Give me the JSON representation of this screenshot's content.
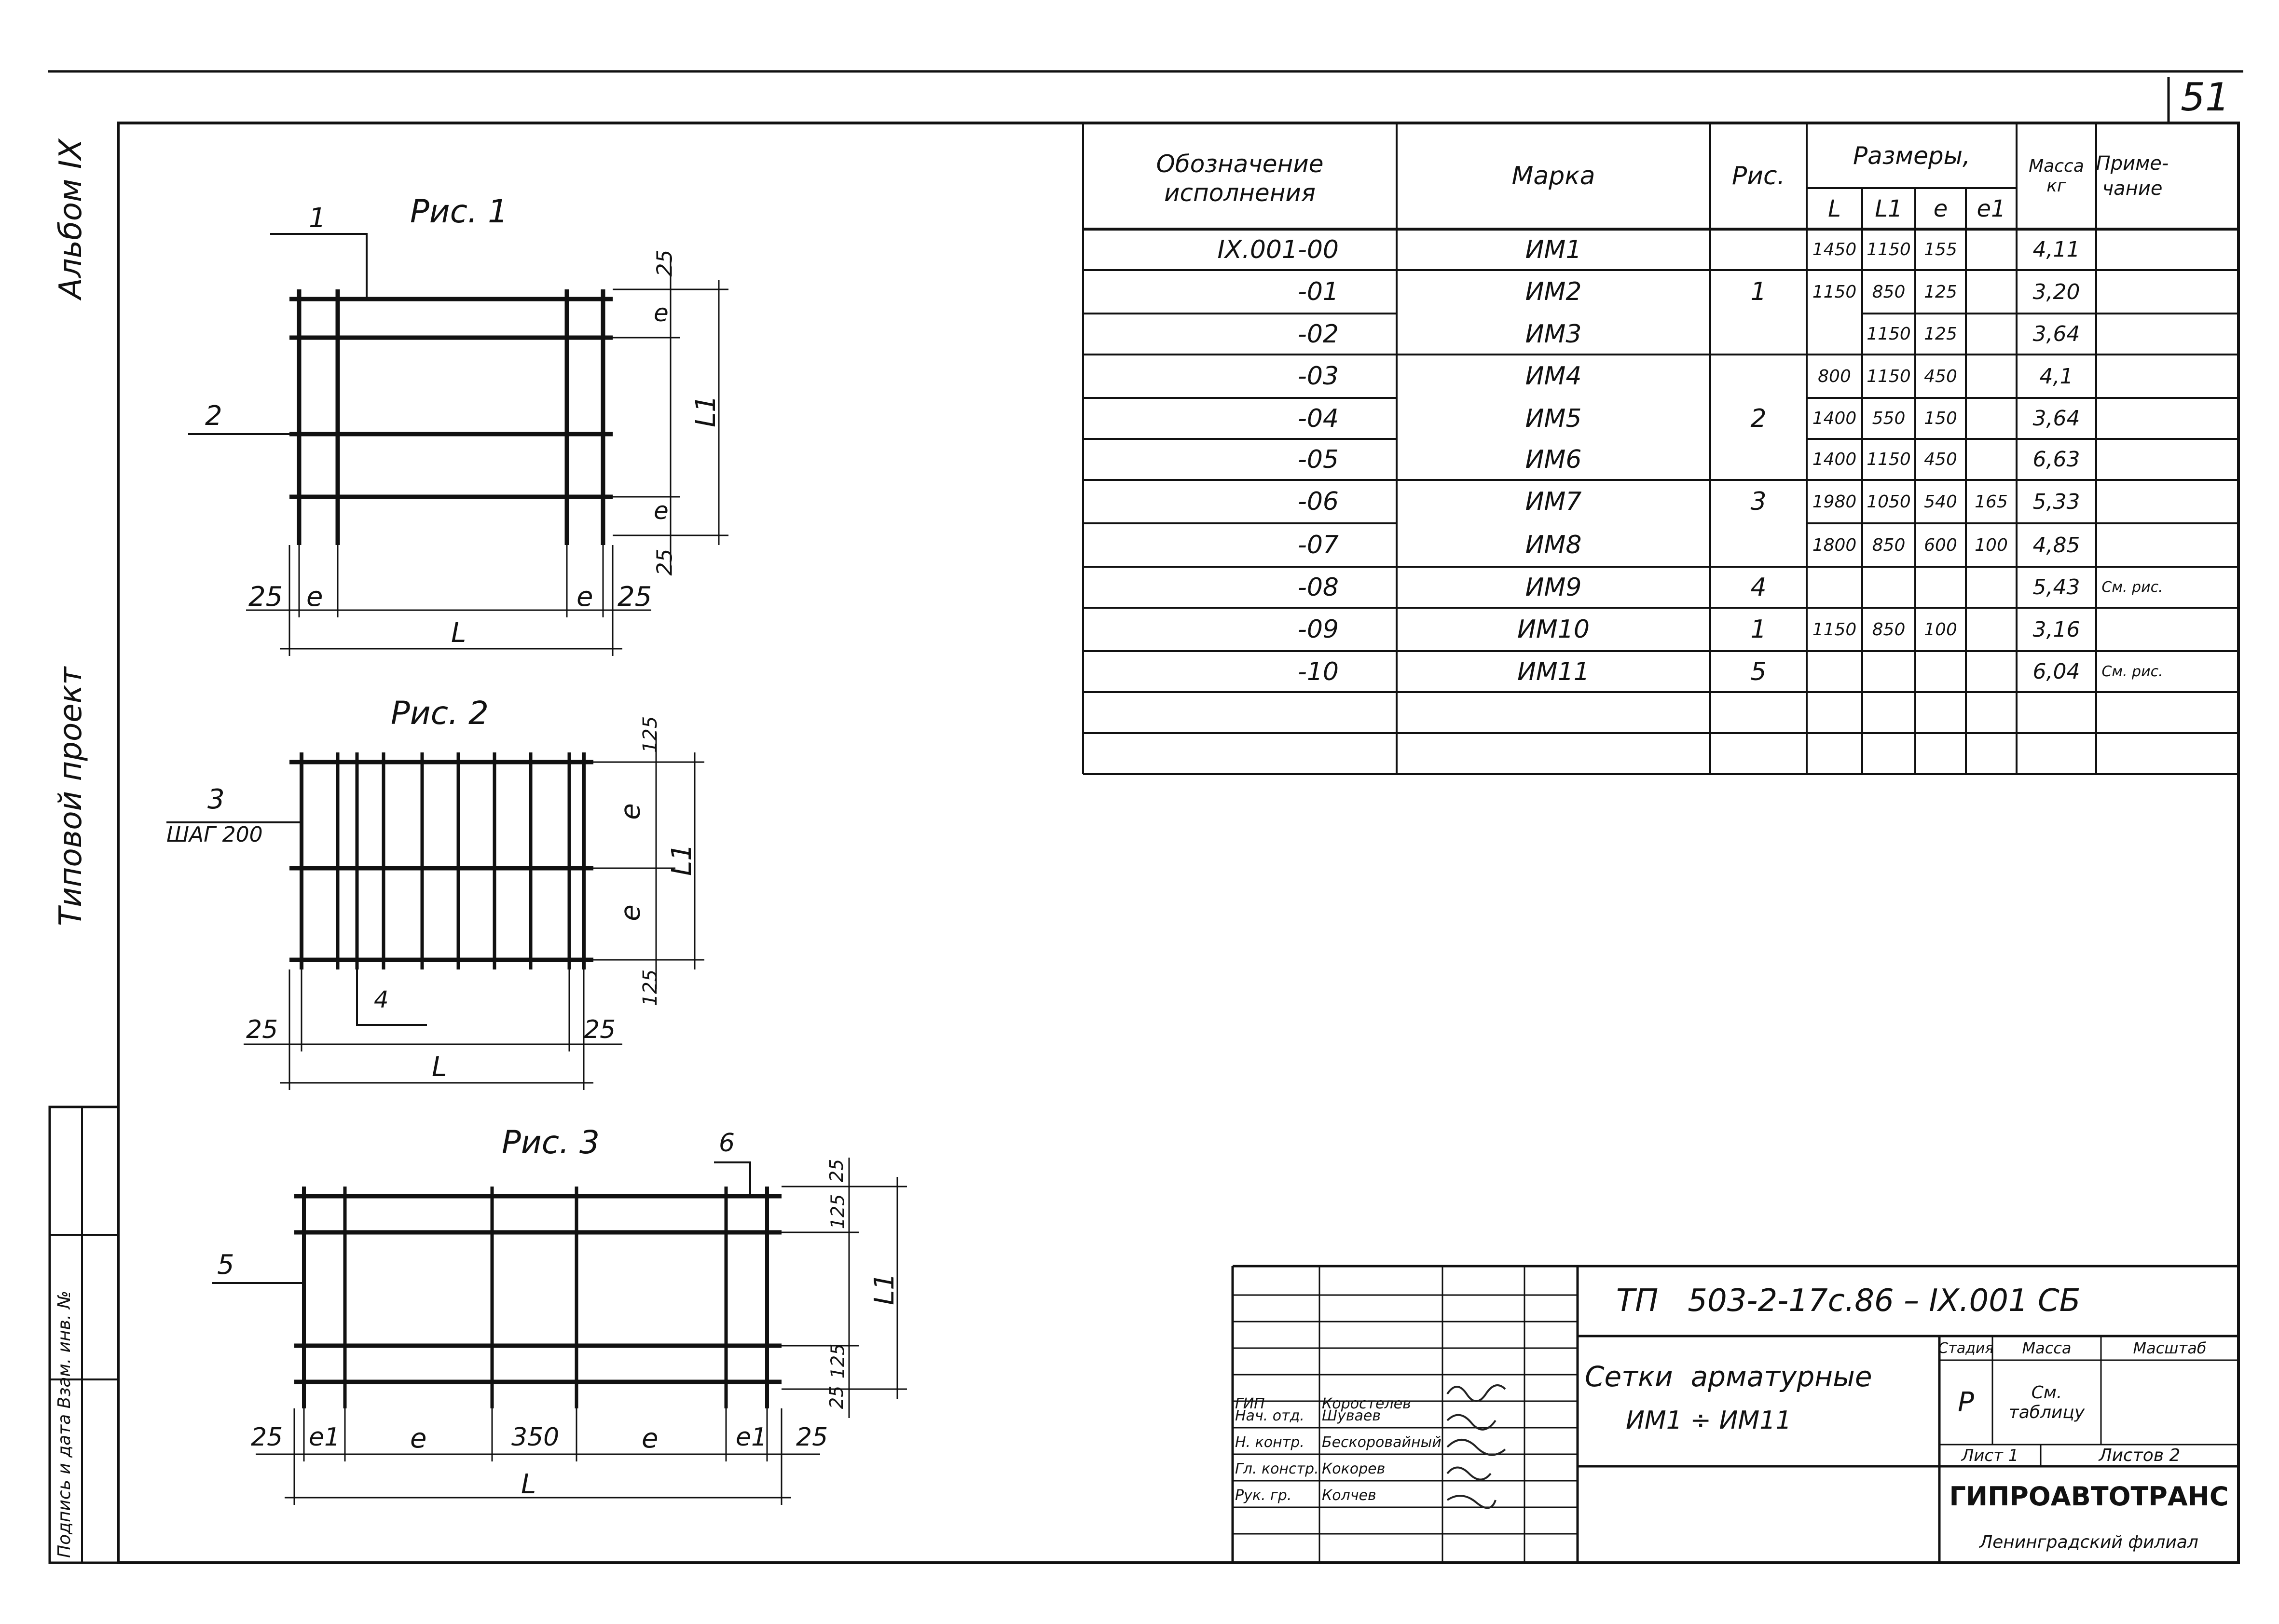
{
  "sheet": {
    "page_number": "51",
    "side_album": "Альбом IX",
    "side_project": "Типовой проект",
    "side_stamp": "Подпись и дата Взам. инв. №"
  },
  "figures": {
    "fig1": {
      "title": "Рис. 1",
      "labels": {
        "pos1": "1",
        "pos2": "2",
        "d25_top": "25",
        "d25_bot": "25",
        "e_top": "e",
        "e_bot": "e",
        "L1": "L1",
        "d25_left": "25",
        "e_left": "e",
        "e_right": "e",
        "d25_right": "25",
        "L": "L"
      }
    },
    "fig2": {
      "title": "Рис. 2",
      "labels": {
        "pos3": "3",
        "step": "ШАГ 200",
        "pos4": "4",
        "d125_top": "125",
        "e_top": "e",
        "e_bot": "e",
        "d125_bot": "125",
        "L1": "L1",
        "d25_left": "25",
        "d25_right": "25",
        "L": "L"
      }
    },
    "fig3": {
      "title": "Рис. 3",
      "labels": {
        "pos5": "5",
        "pos6": "6",
        "d25_top": "25",
        "d125_top": "125",
        "L1": "L1",
        "d125_bot": "125",
        "d25_bot": "25",
        "d25_left": "25",
        "e1_left": "e1",
        "e_left": "e",
        "d350": "350",
        "e_right": "e",
        "e1_right": "e1",
        "d25_right": "25",
        "L": "L"
      }
    }
  },
  "table": {
    "headers": {
      "designation": "Обозначение исполнения",
      "mark": "Марка",
      "fig": "Рис.",
      "sizes": "Размеры,",
      "L": "L",
      "L1": "L1",
      "e": "e",
      "e1": "e1",
      "mass": "Масса кг",
      "note": "Приме-чание"
    },
    "rows": [
      {
        "designation": "IX.001-00",
        "mark": "ИМ1",
        "fig": "",
        "L": "1450",
        "L1": "1150",
        "e": "155",
        "e1": "",
        "mass": "4,11",
        "note": ""
      },
      {
        "designation": "-01",
        "mark": "ИМ2",
        "fig": "1",
        "L": "1150",
        "L1": "850",
        "e": "125",
        "e1": "",
        "mass": "3,20",
        "note": ""
      },
      {
        "designation": "-02",
        "mark": "ИМ3",
        "fig": "",
        "L": "",
        "L1": "1150",
        "e": "125",
        "e1": "",
        "mass": "3,64",
        "note": ""
      },
      {
        "designation": "-03",
        "mark": "ИМ4",
        "fig": "",
        "L": "800",
        "L1": "1150",
        "e": "450",
        "e1": "",
        "mass": "4,1",
        "note": ""
      },
      {
        "designation": "-04",
        "mark": "ИМ5",
        "fig": "2",
        "L": "1400",
        "L1": "550",
        "e": "150",
        "e1": "",
        "mass": "3,64",
        "note": ""
      },
      {
        "designation": "-05",
        "mark": "ИМ6",
        "fig": "",
        "L": "1400",
        "L1": "1150",
        "e": "450",
        "e1": "",
        "mass": "6,63",
        "note": ""
      },
      {
        "designation": "-06",
        "mark": "ИМ7",
        "fig": "3",
        "L": "1980",
        "L1": "1050",
        "e": "540",
        "e1": "165",
        "mass": "5,33",
        "note": ""
      },
      {
        "designation": "-07",
        "mark": "ИМ8",
        "fig": "",
        "L": "1800",
        "L1": "850",
        "e": "600",
        "e1": "100",
        "mass": "4,85",
        "note": ""
      },
      {
        "designation": "-08",
        "mark": "ИМ9",
        "fig": "4",
        "L": "",
        "L1": "",
        "e": "",
        "e1": "",
        "mass": "5,43",
        "note": "См. рис."
      },
      {
        "designation": "-09",
        "mark": "ИМ10",
        "fig": "1",
        "L": "1150",
        "L1": "850",
        "e": "100",
        "e1": "",
        "mass": "3,16",
        "note": ""
      },
      {
        "designation": "-10",
        "mark": "ИМ11",
        "fig": "5",
        "L": "",
        "L1": "",
        "e": "",
        "e1": "",
        "mass": "6,04",
        "note": "См. рис."
      },
      {
        "designation": "",
        "mark": "",
        "fig": "",
        "L": "",
        "L1": "",
        "e": "",
        "e1": "",
        "mass": "",
        "note": ""
      },
      {
        "designation": "",
        "mark": "",
        "fig": "",
        "L": "",
        "L1": "",
        "e": "",
        "e1": "",
        "mass": "",
        "note": ""
      }
    ]
  },
  "title_block": {
    "doc_code": "ТП   503-2-17с.86 – IX.001 СБ",
    "title_line1": "Сетки  арматурные",
    "title_line2": "ИМ1 ÷ ИМ11",
    "stage_label": "Стадия",
    "mass_label": "Масса",
    "scale_label": "Масштаб",
    "stage_value": "Р",
    "mass_value": "См. таблицу",
    "sheet_label": "Лист 1",
    "sheets_label": "Листов 2",
    "org": "ГИПРОАВТОТРАНС",
    "org_sub": "Ленинградский филиал",
    "people": [
      {
        "role": "ГИП",
        "name": "Коростелев"
      },
      {
        "role": "Нач. отд.",
        "name": "Шуваев"
      },
      {
        "role": "Н. контр.",
        "name": "Бескоровайный"
      },
      {
        "role": "Гл. констр.",
        "name": "Кокорев"
      },
      {
        "role": "Рук. гр.",
        "name": "Колчев"
      }
    ]
  }
}
